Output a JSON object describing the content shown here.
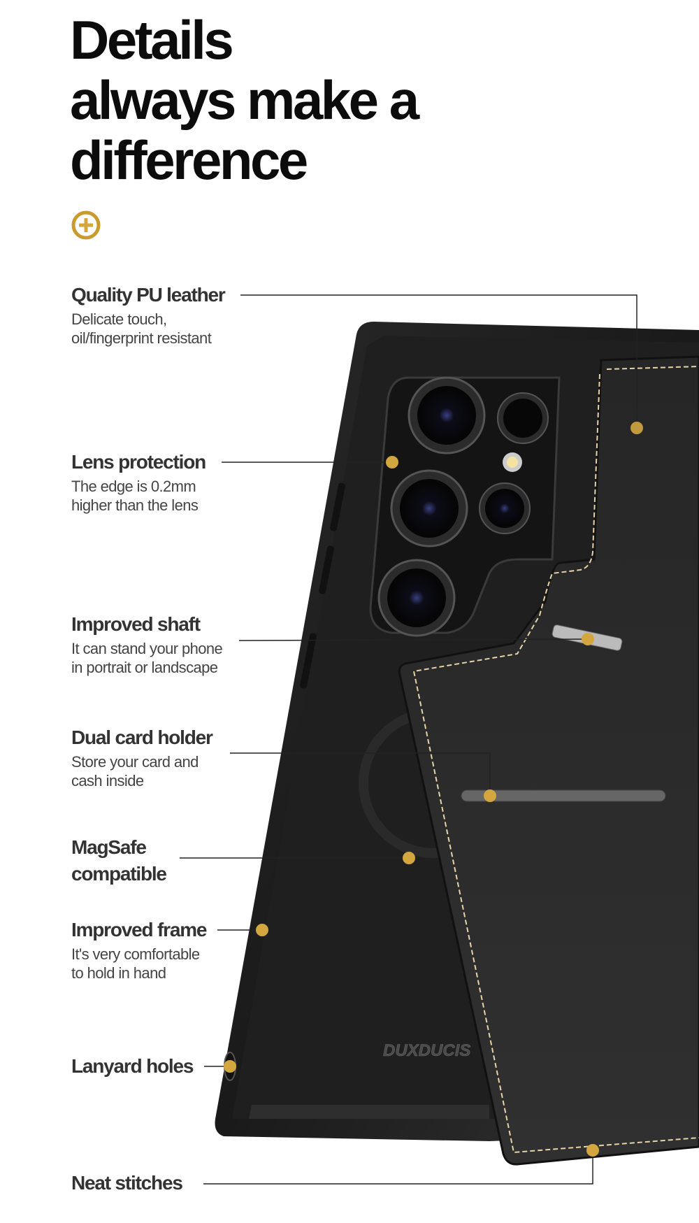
{
  "title": {
    "lines": [
      "Details",
      "always make a",
      "difference"
    ]
  },
  "brand_logo": "DUXDUCIS",
  "accent_color": "#d4a640",
  "features": [
    {
      "title": "Quality PU leather",
      "desc": [
        "Delicate touch,",
        "oil/fingerprint resistant"
      ]
    },
    {
      "title": "Lens protection",
      "desc": [
        "The edge is 0.2mm",
        "higher than the lens"
      ]
    },
    {
      "title": "Improved shaft",
      "desc": [
        "It can stand your phone",
        "in portrait or landscape"
      ]
    },
    {
      "title": "Dual card holder",
      "desc": [
        "Store your card and",
        "cash inside"
      ]
    },
    {
      "title_lines": [
        "MagSafe",
        "compatible"
      ]
    },
    {
      "title": "Improved frame",
      "desc": [
        "It's very comfortable",
        "to hold in hand"
      ]
    },
    {
      "title": "Lanyard holes"
    },
    {
      "title": "Neat stitches"
    }
  ]
}
